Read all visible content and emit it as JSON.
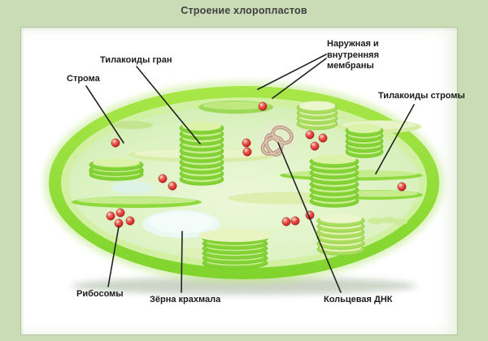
{
  "title": "Строение хлоропластов",
  "diagram": {
    "labels": {
      "grana_thylakoids": "Тилакоиды гран",
      "stroma": "Строма",
      "membranes": "Наружная и внутренняя мембраны",
      "stroma_thylakoids": "Тилакоиды стромы",
      "ribosomes": "Рибосомы",
      "starch_grains": "Зёрна крахмала",
      "circular_dna": "Кольцевая ДНК"
    },
    "colors": {
      "page_background": "#c9dcb5",
      "panel_background": "#ffffff",
      "membrane_green": "#8fdc3a",
      "stroma_green": "#dcf1c0",
      "thylakoid_green": "#84d336",
      "ribosome_red": "#cc2127",
      "dna_tan": "#bd9a84",
      "starch_pale": "#e9f9f4",
      "label_color": "#1c1c1c",
      "pointer_line_color": "#222222"
    }
  }
}
